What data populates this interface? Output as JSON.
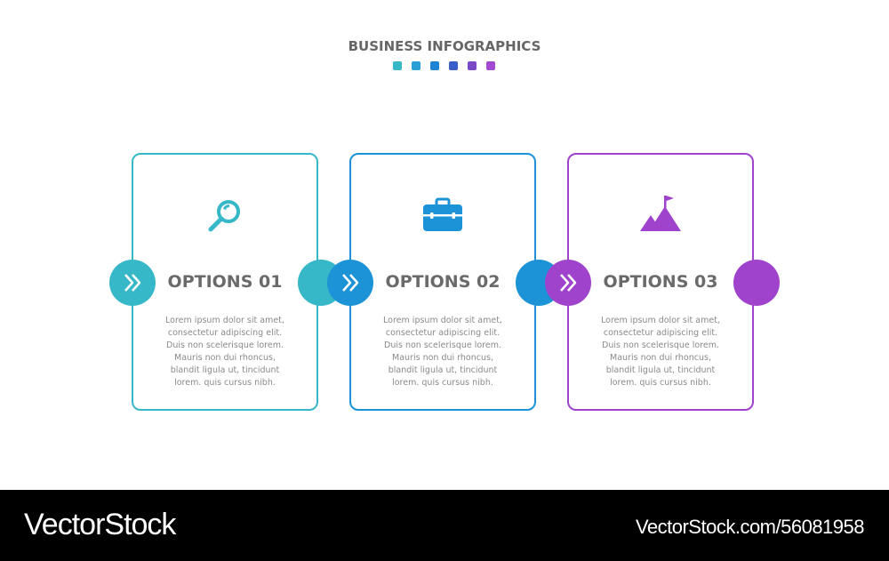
{
  "header": {
    "title": "BUSINESS INFOGRAPHICS",
    "dot_colors": [
      "#37b8c9",
      "#2a9fd6",
      "#1f84d4",
      "#3a5fc8",
      "#7a4ac6",
      "#a24bd0"
    ]
  },
  "steps": [
    {
      "label": "OPTIONS 01",
      "icon": "magnifier-icon",
      "color": "#37b8c9",
      "text_lines": [
        "Lorem ipsum dolor sit amet,",
        "consectetur adipiscing elit.",
        "Duis non scelerisque lorem.",
        "Mauris non dui rhoncus,",
        "blandit ligula ut, tincidunt",
        "lorem. quis cursus nibh."
      ]
    },
    {
      "label": "OPTIONS 02",
      "icon": "briefcase-icon",
      "color": "#1c93d6",
      "text_lines": [
        "Lorem ipsum dolor sit amet,",
        "consectetur adipiscing elit.",
        "Duis non scelerisque lorem.",
        "Mauris non dui rhoncus,",
        "blandit ligula ut, tincidunt",
        "lorem. quis cursus nibh."
      ]
    },
    {
      "label": "OPTIONS 03",
      "icon": "mountain-flag-icon",
      "color": "#a043cc",
      "text_lines": [
        "Lorem ipsum dolor sit amet,",
        "consectetur adipiscing elit.",
        "Duis non scelerisque lorem.",
        "Mauris non dui rhoncus,",
        "blandit ligula ut, tincidunt",
        "lorem. quis cursus nibh."
      ]
    }
  ],
  "footer": {
    "brand": "VectorStock",
    "stock_id": "VectorStock.com/56081958"
  }
}
